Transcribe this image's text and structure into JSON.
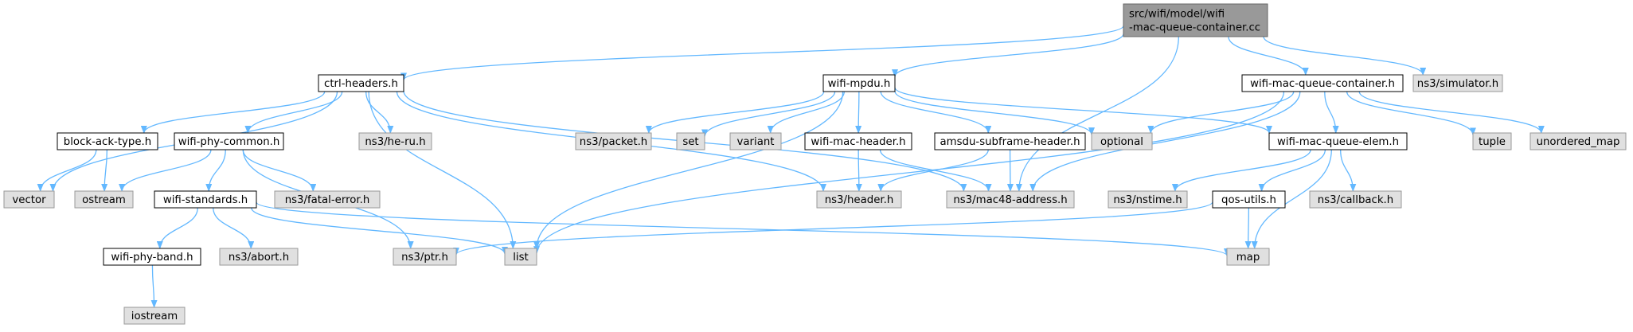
{
  "colors": {
    "root_fill": "#999999",
    "root_stroke": "#666666",
    "file_fill": "#ffffff",
    "file_stroke": "#000000",
    "system_fill": "#e0e0e0",
    "system_stroke": "#999999",
    "edge": "#63b8ff"
  },
  "nodes": [
    {
      "id": "root",
      "kind": "root",
      "lines": [
        "src/wifi/model/wifi",
        "-mac-queue-container.cc"
      ]
    },
    {
      "id": "ctrl_headers",
      "kind": "file",
      "lines": [
        "ctrl-headers.h"
      ]
    },
    {
      "id": "wifi_mpdu",
      "kind": "file",
      "lines": [
        "wifi-mpdu.h"
      ]
    },
    {
      "id": "wmq_container",
      "kind": "file",
      "lines": [
        "wifi-mac-queue-container.h"
      ]
    },
    {
      "id": "simulator",
      "kind": "system",
      "lines": [
        "ns3/simulator.h"
      ]
    },
    {
      "id": "block_ack_type",
      "kind": "file",
      "lines": [
        "block-ack-type.h"
      ]
    },
    {
      "id": "wifi_phy_common",
      "kind": "file",
      "lines": [
        "wifi-phy-common.h"
      ]
    },
    {
      "id": "he_ru",
      "kind": "system",
      "lines": [
        "ns3/he-ru.h"
      ]
    },
    {
      "id": "packet",
      "kind": "system",
      "lines": [
        "ns3/packet.h"
      ]
    },
    {
      "id": "set",
      "kind": "system",
      "lines": [
        "set"
      ]
    },
    {
      "id": "variant",
      "kind": "system",
      "lines": [
        "variant"
      ]
    },
    {
      "id": "wifi_mac_header",
      "kind": "file",
      "lines": [
        "wifi-mac-header.h"
      ]
    },
    {
      "id": "amsdu",
      "kind": "file",
      "lines": [
        "amsdu-subframe-header.h"
      ]
    },
    {
      "id": "optional",
      "kind": "system",
      "lines": [
        "optional"
      ]
    },
    {
      "id": "wmq_elem",
      "kind": "file",
      "lines": [
        "wifi-mac-queue-elem.h"
      ]
    },
    {
      "id": "tuple",
      "kind": "system",
      "lines": [
        "tuple"
      ]
    },
    {
      "id": "unordered_map",
      "kind": "system",
      "lines": [
        "unordered_map"
      ]
    },
    {
      "id": "vector",
      "kind": "system",
      "lines": [
        "vector"
      ]
    },
    {
      "id": "ostream",
      "kind": "system",
      "lines": [
        "ostream"
      ]
    },
    {
      "id": "wifi_standards",
      "kind": "file",
      "lines": [
        "wifi-standards.h"
      ]
    },
    {
      "id": "fatal_error",
      "kind": "system",
      "lines": [
        "ns3/fatal-error.h"
      ]
    },
    {
      "id": "ns3_header",
      "kind": "system",
      "lines": [
        "ns3/header.h"
      ]
    },
    {
      "id": "mac48",
      "kind": "system",
      "lines": [
        "ns3/mac48-address.h"
      ]
    },
    {
      "id": "nstime",
      "kind": "system",
      "lines": [
        "ns3/nstime.h"
      ]
    },
    {
      "id": "callback",
      "kind": "system",
      "lines": [
        "ns3/callback.h"
      ]
    },
    {
      "id": "qos_utils",
      "kind": "file",
      "lines": [
        "qos-utils.h"
      ]
    },
    {
      "id": "wifi_phy_band",
      "kind": "file",
      "lines": [
        "wifi-phy-band.h"
      ]
    },
    {
      "id": "abort",
      "kind": "system",
      "lines": [
        "ns3/abort.h"
      ]
    },
    {
      "id": "ptr",
      "kind": "system",
      "lines": [
        "ns3/ptr.h"
      ]
    },
    {
      "id": "list",
      "kind": "system",
      "lines": [
        "list"
      ]
    },
    {
      "id": "map",
      "kind": "system",
      "lines": [
        "map"
      ]
    },
    {
      "id": "iostream",
      "kind": "system",
      "lines": [
        "iostream"
      ]
    }
  ],
  "edges": [
    [
      "root",
      "ctrl_headers"
    ],
    [
      "root",
      "wifi_mpdu"
    ],
    [
      "root",
      "wmq_container"
    ],
    [
      "root",
      "simulator"
    ],
    [
      "root",
      "mac48"
    ],
    [
      "ctrl_headers",
      "block_ack_type"
    ],
    [
      "ctrl_headers",
      "wifi_phy_common"
    ],
    [
      "ctrl_headers",
      "he_ru"
    ],
    [
      "ctrl_headers",
      "vector"
    ],
    [
      "ctrl_headers",
      "list"
    ],
    [
      "ctrl_headers",
      "ns3_header"
    ],
    [
      "ctrl_headers",
      "mac48"
    ],
    [
      "wifi_mpdu",
      "packet"
    ],
    [
      "wifi_mpdu",
      "set"
    ],
    [
      "wifi_mpdu",
      "variant"
    ],
    [
      "wifi_mpdu",
      "wifi_mac_header"
    ],
    [
      "wifi_mpdu",
      "amsdu"
    ],
    [
      "wifi_mpdu",
      "optional"
    ],
    [
      "wifi_mpdu",
      "wmq_elem"
    ],
    [
      "wifi_mpdu",
      "list"
    ],
    [
      "wmq_container",
      "wmq_elem"
    ],
    [
      "wmq_container",
      "optional"
    ],
    [
      "wmq_container",
      "tuple"
    ],
    [
      "wmq_container",
      "unordered_map"
    ],
    [
      "wmq_container",
      "mac48"
    ],
    [
      "wmq_container",
      "list"
    ],
    [
      "block_ack_type",
      "vector"
    ],
    [
      "block_ack_type",
      "ostream"
    ],
    [
      "wifi_phy_common",
      "ostream"
    ],
    [
      "wifi_phy_common",
      "wifi_standards"
    ],
    [
      "wifi_phy_common",
      "fatal_error"
    ],
    [
      "wifi_phy_common",
      "ptr"
    ],
    [
      "wifi_standards",
      "wifi_phy_band"
    ],
    [
      "wifi_standards",
      "abort"
    ],
    [
      "wifi_standards",
      "list"
    ],
    [
      "wifi_standards",
      "map"
    ],
    [
      "wifi_phy_band",
      "iostream"
    ],
    [
      "wifi_mac_header",
      "ns3_header"
    ],
    [
      "wifi_mac_header",
      "mac48"
    ],
    [
      "amsdu",
      "ns3_header"
    ],
    [
      "amsdu",
      "mac48"
    ],
    [
      "wmq_elem",
      "nstime"
    ],
    [
      "wmq_elem",
      "callback"
    ],
    [
      "wmq_elem",
      "qos_utils"
    ],
    [
      "wmq_elem",
      "map"
    ],
    [
      "qos_utils",
      "map"
    ],
    [
      "qos_utils",
      "ptr"
    ]
  ]
}
